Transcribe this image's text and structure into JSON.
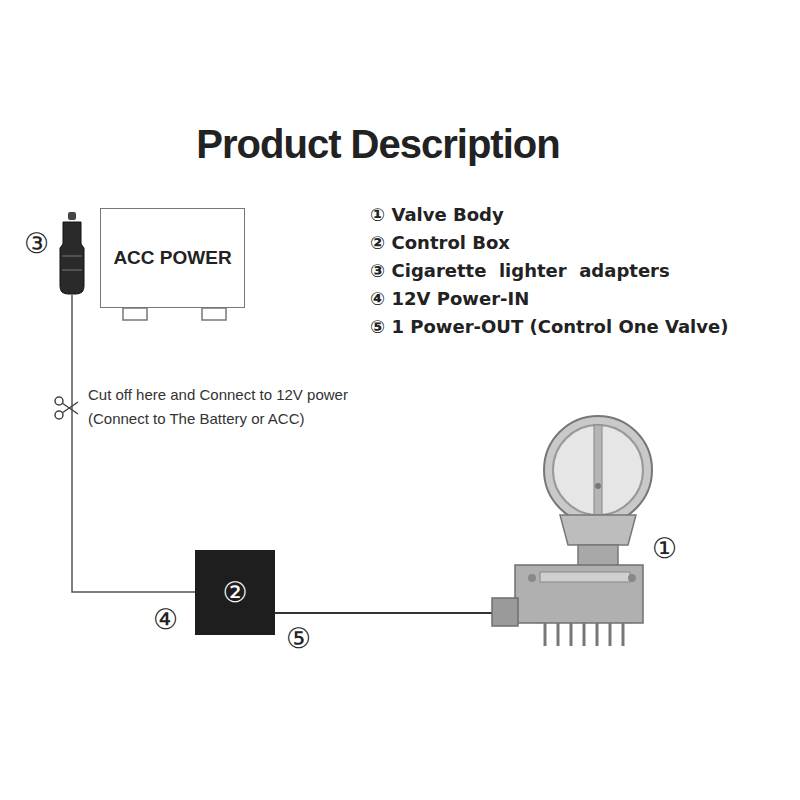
{
  "diagram": {
    "title": "Product Description",
    "nodes": [
      {
        "text": [
          "ACC POWER"
        ]
      },
      {
        "text": [
          "②"
        ]
      }
    ],
    "labels": [
      "① Valve Body",
      "② Control Box",
      "③ Cigarette  lighter  adapters",
      "④ 12V Power-IN",
      "⑤ 1 Power-OUT (Control One Valve)",
      "③",
      "Cut off here and Connect to 12V power",
      "(Connect to The Battery or ACC)",
      "①",
      "④",
      "⑤"
    ]
  }
}
